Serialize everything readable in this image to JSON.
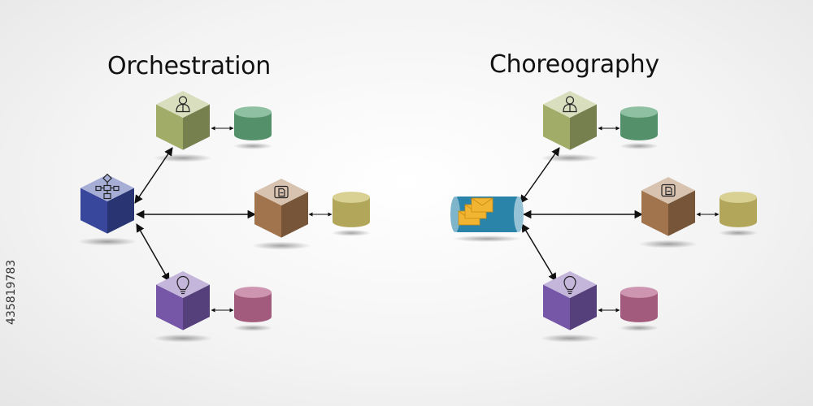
{
  "diagrams": {
    "left": {
      "title": "Orchestration"
    },
    "right": {
      "title": "Choreography"
    }
  },
  "stock_id": "435819783",
  "colors": {
    "green_cube": "#a9b56f",
    "brown_cube": "#a97a52",
    "purple_cube": "#7b5bb0",
    "blue_cube": "#3b4aa3",
    "green_db": "#5fa57a",
    "olive_db": "#c9bd66",
    "pink_db": "#b8678e",
    "queue": "#2a84a9",
    "envelope": "#f2b531"
  },
  "icons": [
    "person-icon",
    "document-icon",
    "lightbulb-icon",
    "workflow-icon",
    "envelopes-icon"
  ]
}
